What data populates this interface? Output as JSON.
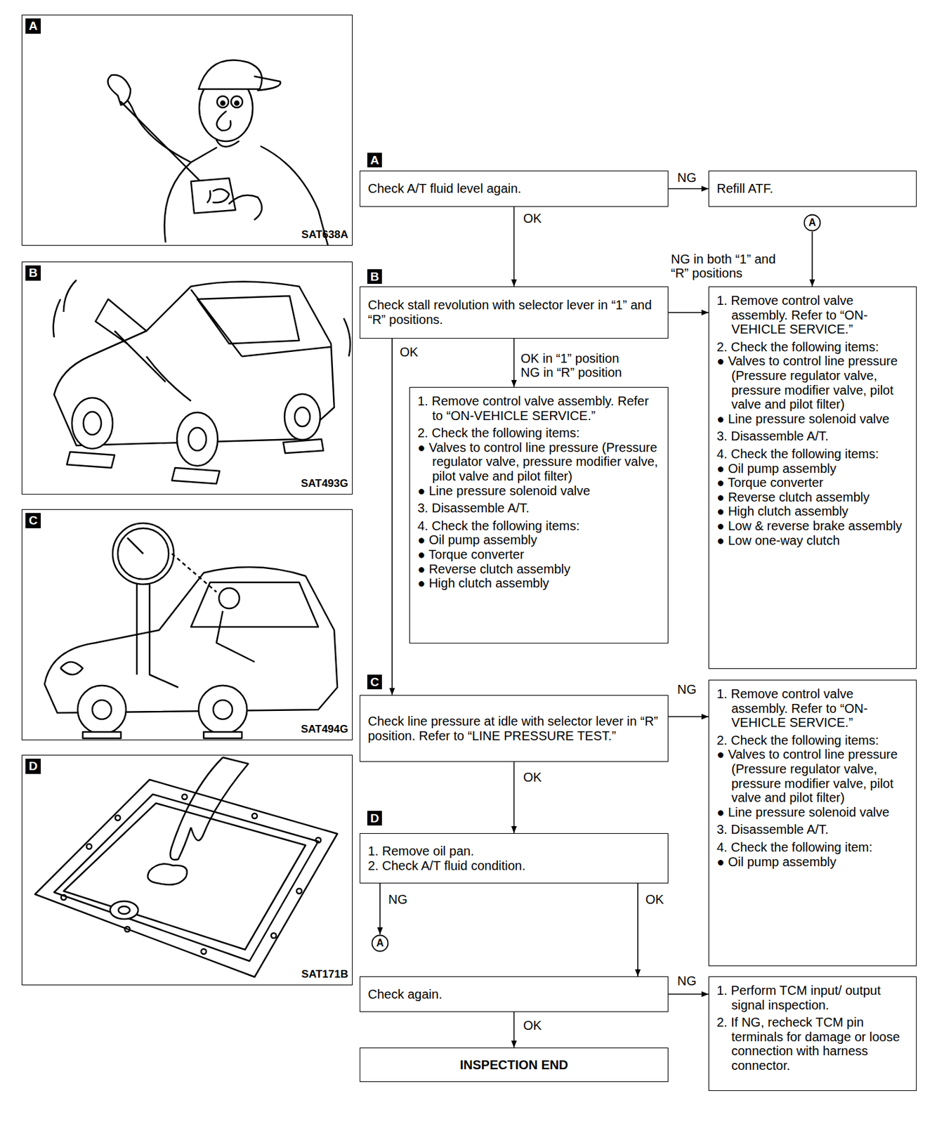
{
  "diagram": {
    "nodes": [
      {
        "text": [
          "A",
          "SAT638A"
        ]
      },
      {
        "text": [
          "B",
          "SAT493G"
        ]
      },
      {
        "text": [
          "C",
          "SAT494G"
        ]
      },
      {
        "text": [
          "D",
          "SAT171B"
        ]
      },
      {
        "text": [
          "Check A/T fluid level again."
        ]
      },
      {
        "text": [
          "Refill ATF."
        ]
      },
      {
        "text": [
          "A"
        ]
      },
      {
        "text": [
          "Check stall revolution with selector lever in “1” and “R” positions."
        ]
      },
      {
        "text": [
          "1. Remove control valve assembly. Refer to “ON-VEHICLE SERVICE.”",
          "2. Check the following items:",
          "● Valves to control line pressure (Pressure regulator valve, pressure modifier valve, pilot valve and pilot filter)",
          "● Line pressure solenoid valve",
          "3. Disassemble A/T.",
          "4. Check the following items:",
          "● Oil pump assembly",
          "● Torque converter",
          "● Reverse clutch assembly",
          "● High clutch assembly",
          "● Low & reverse brake assembly",
          "● Low one-way clutch"
        ]
      },
      {
        "text": [
          "1. Remove control valve assembly. Refer to “ON-VEHICLE SERVICE.”",
          "2. Check the following items:",
          "● Valves to control line pressure (Pressure regulator valve, pressure modifier valve, pilot valve and pilot filter)",
          "● Line pressure solenoid valve",
          "3. Disassemble A/T.",
          "4. Check the following items:",
          "● Oil pump assembly",
          "● Torque converter",
          "● Reverse clutch assembly",
          "● High clutch assembly"
        ]
      },
      {
        "text": [
          "Check line pressure at idle with selector lever in “R” position. Refer to “LINE PRESSURE TEST.”"
        ]
      },
      {
        "text": [
          "1. Remove control valve assembly. Refer to “ON-VEHICLE SERVICE.”",
          "2. Check the following items:",
          "● Valves to control line pressure (Pressure regulator valve, pressure modifier valve, pilot valve and pilot filter)",
          "● Line pressure solenoid valve",
          "3. Disassemble A/T.",
          "4. Check the following item:",
          "● Oil pump assembly"
        ]
      },
      {
        "text": [
          "1. Remove oil pan.",
          "2. Check A/T fluid condition."
        ]
      },
      {
        "text": [
          "A"
        ]
      },
      {
        "text": [
          "Check again."
        ]
      },
      {
        "text": [
          "1. Perform TCM input/ output signal inspection.",
          "2. If NG, recheck TCM pin terminals for damage or loose connection with harness connector."
        ]
      },
      {
        "text": [
          "INSPECTION END"
        ]
      }
    ],
    "edges": [
      {
        "from": 4,
        "to": 5,
        "label": "NG",
        "arrow": "to"
      },
      {
        "from": 4,
        "to": 7,
        "label": "OK",
        "arrow": "to"
      },
      {
        "from": 6,
        "to": 8,
        "arrow": "to"
      },
      {
        "from": 7,
        "to": 8,
        "label": "NG in both “1” and “R” positions",
        "arrow": "to"
      },
      {
        "from": 7,
        "to": 9,
        "label": "OK in “1” position NG in “R” position",
        "arrow": "to"
      },
      {
        "from": 7,
        "to": 10,
        "label": "OK",
        "arrow": "to"
      },
      {
        "from": 10,
        "to": 11,
        "label": "NG",
        "arrow": "to"
      },
      {
        "from": 10,
        "to": 12,
        "label": "OK",
        "arrow": "to"
      },
      {
        "from": 12,
        "to": 13,
        "label": "NG",
        "arrow": "to"
      },
      {
        "from": 12,
        "to": 14,
        "label": "OK",
        "arrow": "to"
      },
      {
        "from": 14,
        "to": 15,
        "label": "NG",
        "arrow": "to"
      },
      {
        "from": 14,
        "to": 16,
        "label": "OK",
        "arrow": "to"
      }
    ],
    "labels": [
      "A",
      "B",
      "C",
      "D"
    ]
  }
}
